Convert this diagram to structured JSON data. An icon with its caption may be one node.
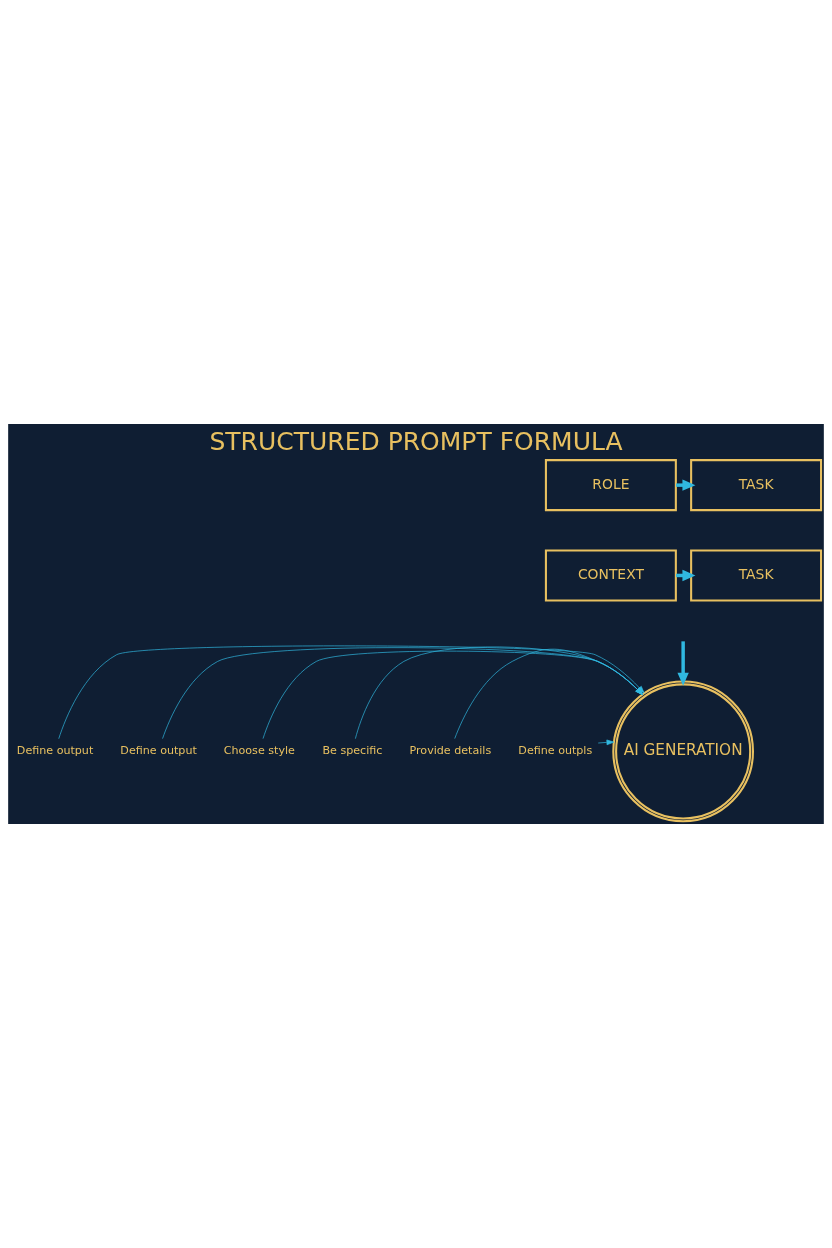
{
  "diagram": {
    "title": "STRUCTURED PROMPT FORMULA",
    "nodes": [
      {
        "text": [
          "ROLE"
        ]
      },
      {
        "text": [
          "TASK"
        ]
      },
      {
        "text": [
          "CONTEXT"
        ]
      },
      {
        "text": [
          "TASK"
        ]
      },
      {
        "text": [
          "AI GENERATION"
        ]
      },
      {
        "text": [
          "Be specific"
        ]
      },
      {
        "text": [
          "Provide details"
        ]
      },
      {
        "text": [
          "Define outpls"
        ]
      },
      {
        "text": [
          "Define output"
        ]
      },
      {
        "text": [
          "Define output"
        ]
      },
      {
        "text": [
          "Choose style"
        ]
      }
    ],
    "edges": [
      {
        "from": 0,
        "to": 1,
        "arrow": "to",
        "style": "thick"
      },
      {
        "from": 2,
        "to": 3,
        "arrow": "to",
        "style": "thick"
      },
      {
        "from": null,
        "to": 4,
        "arrow": "to",
        "style": "thick"
      },
      {
        "from": 5,
        "to": 4,
        "arrow": "to"
      },
      {
        "from": 6,
        "to": 4,
        "arrow": "to"
      },
      {
        "from": 7,
        "to": 4,
        "arrow": "to"
      },
      {
        "from": 8,
        "to": 4,
        "arrow": "to"
      },
      {
        "from": 9,
        "to": 4,
        "arrow": "to"
      },
      {
        "from": 10,
        "to": 4,
        "arrow": "to"
      }
    ]
  }
}
